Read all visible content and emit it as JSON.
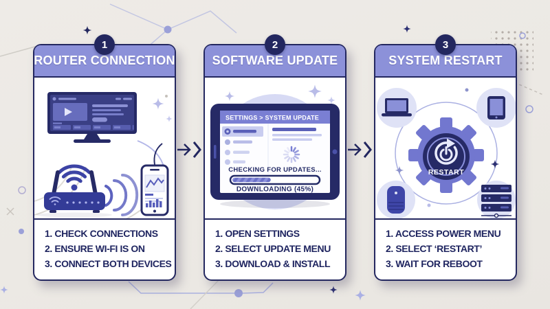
{
  "infographic": {
    "background_color": "#ece9e4",
    "accent_color": "#8c91d9",
    "navy_color": "#23275f"
  },
  "panels": [
    {
      "number": "1",
      "title": "ROUTER CONNECTION",
      "steps": [
        "1. CHECK CONNECTIONS",
        "2. ENSURE WI-FI IS ON",
        "3. CONNECT BOTH DEVICES"
      ]
    },
    {
      "number": "2",
      "title": "SOFTWARE UPDATE",
      "tablet": {
        "header": "SETTINGS > SYSTEM UPDATE",
        "status": "CHECKING FOR UPDATES...",
        "progress_label": "DOWNLOADING (45%)",
        "progress_percent": 45
      },
      "steps": [
        "1. OPEN SETTINGS",
        "2. SELECT UPDATE MENU",
        "3. DOWNLOAD & INSTALL"
      ]
    },
    {
      "number": "3",
      "title": "SYSTEM RESTART",
      "gear_label": "RESTART",
      "steps": [
        "1. ACCESS POWER MENU",
        "2. SELECT ‘RESTART’",
        "3. WAIT FOR REBOOT"
      ]
    }
  ]
}
